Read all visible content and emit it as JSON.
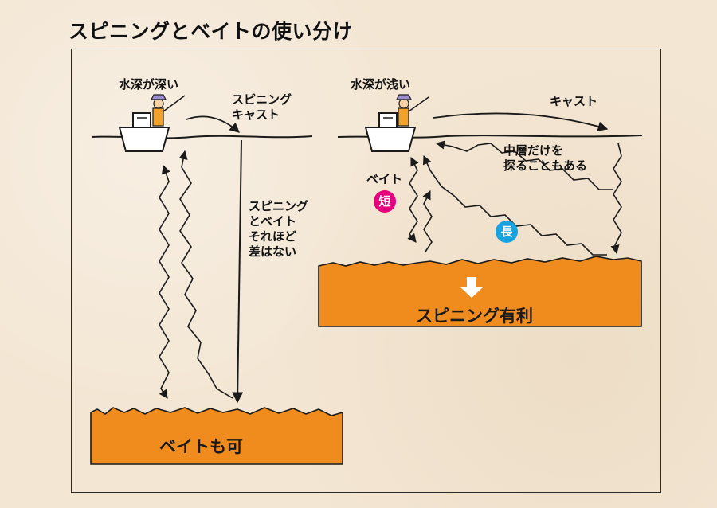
{
  "title": "スピニングとベイトの使い分け",
  "left": {
    "depth_label": "水深が深い",
    "cast_label": "スピニング\nキャスト",
    "note": "スピニング\nとベイト\nそれほど\n差はない",
    "result": "ベイトも可"
  },
  "right": {
    "depth_label": "水深が浅い",
    "cast_label": "キャスト",
    "middle_note": "中層だけを\n探ることもある",
    "bait_label": "ベイト",
    "short_badge": "短",
    "long_badge": "長",
    "result": "スピニング有利"
  },
  "colors": {
    "bottom_fill": "#f08c1e",
    "short_badge": "#e6007e",
    "long_badge": "#16a3e0",
    "line": "#1a1a1a",
    "angler_hat": "#9b8fd0",
    "angler_vest": "#f0a22b"
  }
}
